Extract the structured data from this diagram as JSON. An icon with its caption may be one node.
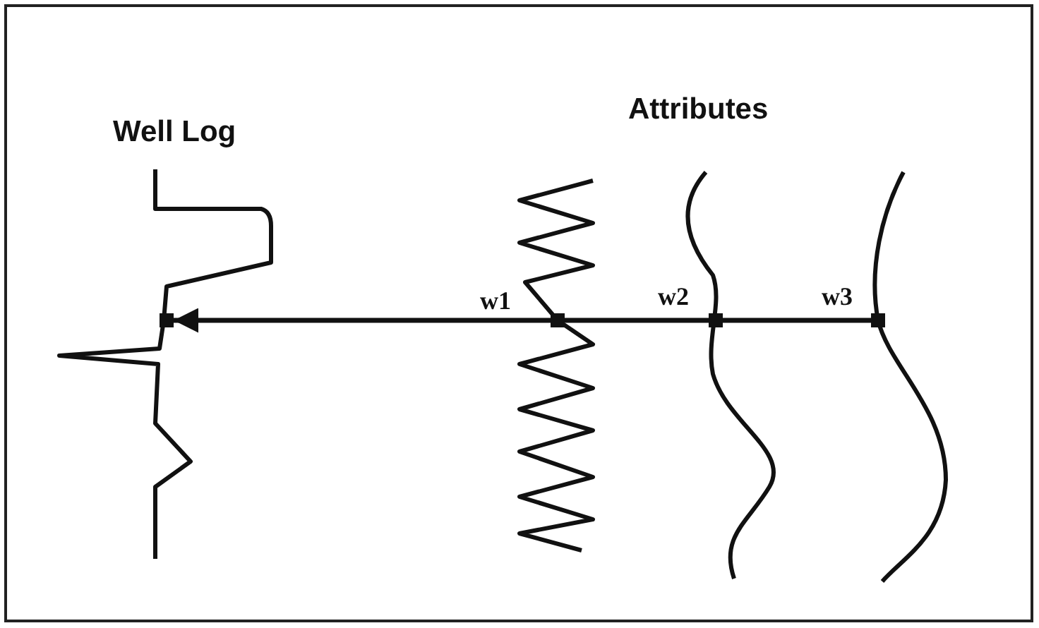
{
  "diagram": {
    "nodes": [
      {
        "text": [],
        "shape": "box"
      },
      {
        "text": [],
        "shape": "box",
        "beside": [
          "w1"
        ]
      },
      {
        "text": [],
        "shape": "box",
        "beside": [
          "w2"
        ]
      },
      {
        "text": [],
        "shape": "box",
        "beside": [
          "w3"
        ]
      }
    ],
    "edges": [
      {
        "from": 3,
        "to": 2,
        "arrow": "none"
      },
      {
        "from": 2,
        "to": 1,
        "arrow": "none"
      },
      {
        "from": 1,
        "to": 0,
        "arrow": "to"
      }
    ],
    "labels": [
      "Well Log",
      "Attributes"
    ]
  }
}
